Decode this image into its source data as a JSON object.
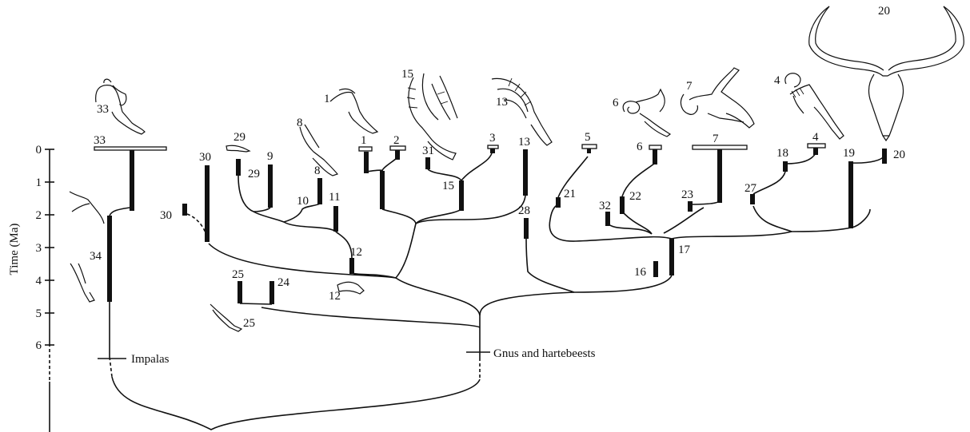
{
  "axis": {
    "title": "Time (Ma)",
    "ticks": [
      "0",
      "1",
      "2",
      "3",
      "4",
      "5",
      "6"
    ]
  },
  "groups": {
    "impalas": "Impalas",
    "gnus_hartebeests": "Gnus and hartebeests"
  },
  "taxa_labels": {
    "t1": "1",
    "t2": "2",
    "t3": "3",
    "t4": "4",
    "t5": "5",
    "t6": "6",
    "t7": "7",
    "t8": "8",
    "t9": "9",
    "t10": "10",
    "t11": "11",
    "t12": "12",
    "t13": "13",
    "t15": "15",
    "t16": "16",
    "t17": "17",
    "t18": "18",
    "t19": "19",
    "t20": "20",
    "t21": "21",
    "t22": "22",
    "t23": "23",
    "t24": "24",
    "t25": "25",
    "t27": "27",
    "t28": "28",
    "t29": "29",
    "t30": "30",
    "t31": "31",
    "t32": "32",
    "t33": "33",
    "t34": "34"
  },
  "skull_labels": {
    "s1": "1",
    "s4": "4",
    "s6": "6",
    "s7": "7",
    "s8": "8",
    "s12": "12",
    "s13": "13",
    "s15": "15",
    "s20": "20",
    "s25": "25",
    "s29": "29",
    "s33": "33"
  },
  "icons": [
    "antelope-skull-icon",
    "horned-skull-icon",
    "spiral-horn-skull-icon"
  ]
}
